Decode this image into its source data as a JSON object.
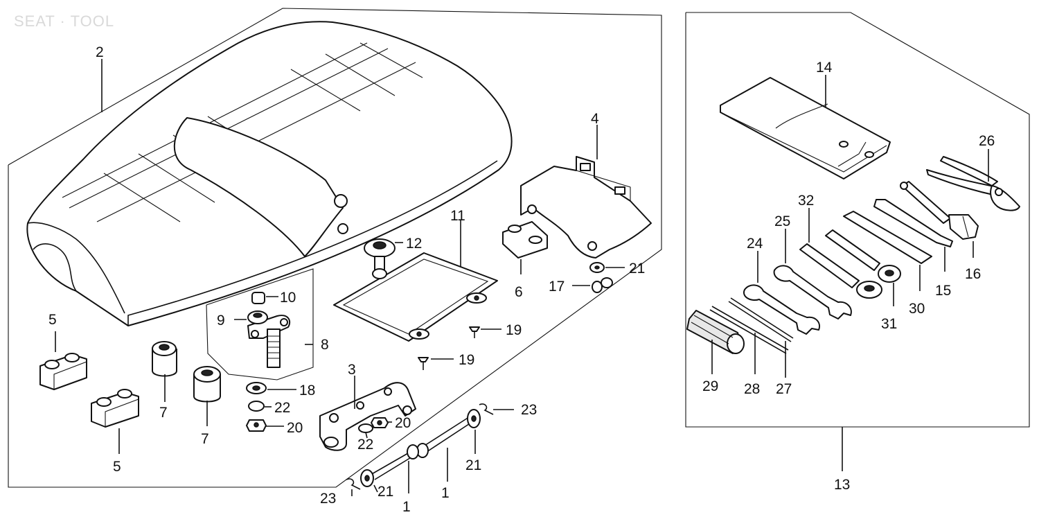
{
  "title": "SEAT · TOOL",
  "parts": [
    {
      "id": "seat-assy",
      "ref": "2"
    },
    {
      "id": "seat-rubber-left-upper",
      "ref": "5"
    },
    {
      "id": "seat-rubber-left-lower",
      "ref": "5"
    },
    {
      "id": "seat-cushion-a",
      "ref": "7"
    },
    {
      "id": "seat-cushion-b",
      "ref": "7"
    },
    {
      "id": "seat-lock",
      "ref": "8"
    },
    {
      "id": "lock-collar",
      "ref": "9"
    },
    {
      "id": "lock-cap",
      "ref": "10"
    },
    {
      "id": "washer-18",
      "ref": "18"
    },
    {
      "id": "lock-washer-22a",
      "ref": "22"
    },
    {
      "id": "nut-20a",
      "ref": "20"
    },
    {
      "id": "hinge-bracket",
      "ref": "3"
    },
    {
      "id": "lock-washer-22b",
      "ref": "22"
    },
    {
      "id": "nut-20b",
      "ref": "20"
    },
    {
      "id": "tray",
      "ref": "11"
    },
    {
      "id": "tray-grommet",
      "ref": "12"
    },
    {
      "id": "screw-19a",
      "ref": "19"
    },
    {
      "id": "screw-19b",
      "ref": "19"
    },
    {
      "id": "seat-bracket",
      "ref": "4"
    },
    {
      "id": "bracket-rubber",
      "ref": "6"
    },
    {
      "id": "clip-17",
      "ref": "17"
    },
    {
      "id": "washer-21a",
      "ref": "21"
    },
    {
      "id": "hinge-pin-a",
      "ref": "1"
    },
    {
      "id": "hinge-pin-b",
      "ref": "1"
    },
    {
      "id": "washer-21b",
      "ref": "21"
    },
    {
      "id": "washer-21c",
      "ref": "21"
    },
    {
      "id": "cotter-pin-23a",
      "ref": "23"
    },
    {
      "id": "cotter-pin-23b",
      "ref": "23"
    },
    {
      "id": "tool-set",
      "ref": "13"
    },
    {
      "id": "tool-bag",
      "ref": "14"
    },
    {
      "id": "pliers",
      "ref": "26"
    },
    {
      "id": "plug-wrench",
      "ref": "16"
    },
    {
      "id": "bar-15",
      "ref": "15"
    },
    {
      "id": "handle-30",
      "ref": "30"
    },
    {
      "id": "ring-wrench",
      "ref": "31"
    },
    {
      "id": "wrench-32",
      "ref": "32"
    },
    {
      "id": "wrench-25",
      "ref": "25"
    },
    {
      "id": "wrench-24",
      "ref": "24"
    },
    {
      "id": "screwdriver-27",
      "ref": "27"
    },
    {
      "id": "screwdriver-28",
      "ref": "28"
    },
    {
      "id": "screwdriver-grip",
      "ref": "29"
    }
  ]
}
